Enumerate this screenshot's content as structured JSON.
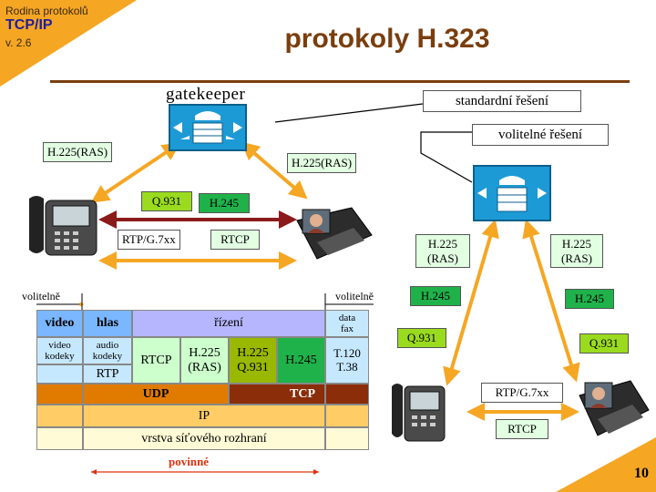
{
  "header": {
    "brand_line1": "Rodina protokolů",
    "brand_line2": "TCP/IP",
    "brand_line3": "v. 2.6",
    "title": "protokoly H.323",
    "page_number": "10"
  },
  "left_diagram": {
    "gatekeeper_label": "gatekeeper",
    "ras_left": "H.225(RAS)",
    "ras_right": "H.225(RAS)",
    "q931": "Q.931",
    "h245": "H.245",
    "rtp": "RTP/G.7xx",
    "rtcp": "RTCP"
  },
  "right_diagram": {
    "standard": "standardní řešení",
    "optional": "volitelné řešení",
    "ras_left": "H.225\n(RAS)",
    "ras_right": "H.225\n(RAS)",
    "h245_left": "H.245",
    "h245_right": "H.245",
    "q931_left": "Q.931",
    "q931_right": "Q.931",
    "rtp": "RTP/G.7xx",
    "rtcp": "RTCP"
  },
  "stack": {
    "optional_left": "volitelně",
    "optional_right": "volitelně",
    "video": "video",
    "voice": "hlas",
    "control": "řízení",
    "data_fax": "data\nfax",
    "video_codecs": "video\nkodeky",
    "audio_codecs": "audio\nkodeky",
    "rtp": "RTP",
    "rtcp": "RTCP",
    "h225_ras": "H.225\n(RAS)",
    "h225_q931": "H.225\nQ.931",
    "h245": "H.245",
    "t120": "T.120\nT.38",
    "udp": "UDP",
    "tcp": "TCP",
    "ip": "IP",
    "network": "vrstva síťového rozhraní",
    "mandatory": "povinné"
  },
  "colors": {
    "accent": "#f5a623",
    "title": "#7a3e0e",
    "arrow_orange": "#f5a623",
    "arrow_maroon": "#8b1a1a"
  }
}
